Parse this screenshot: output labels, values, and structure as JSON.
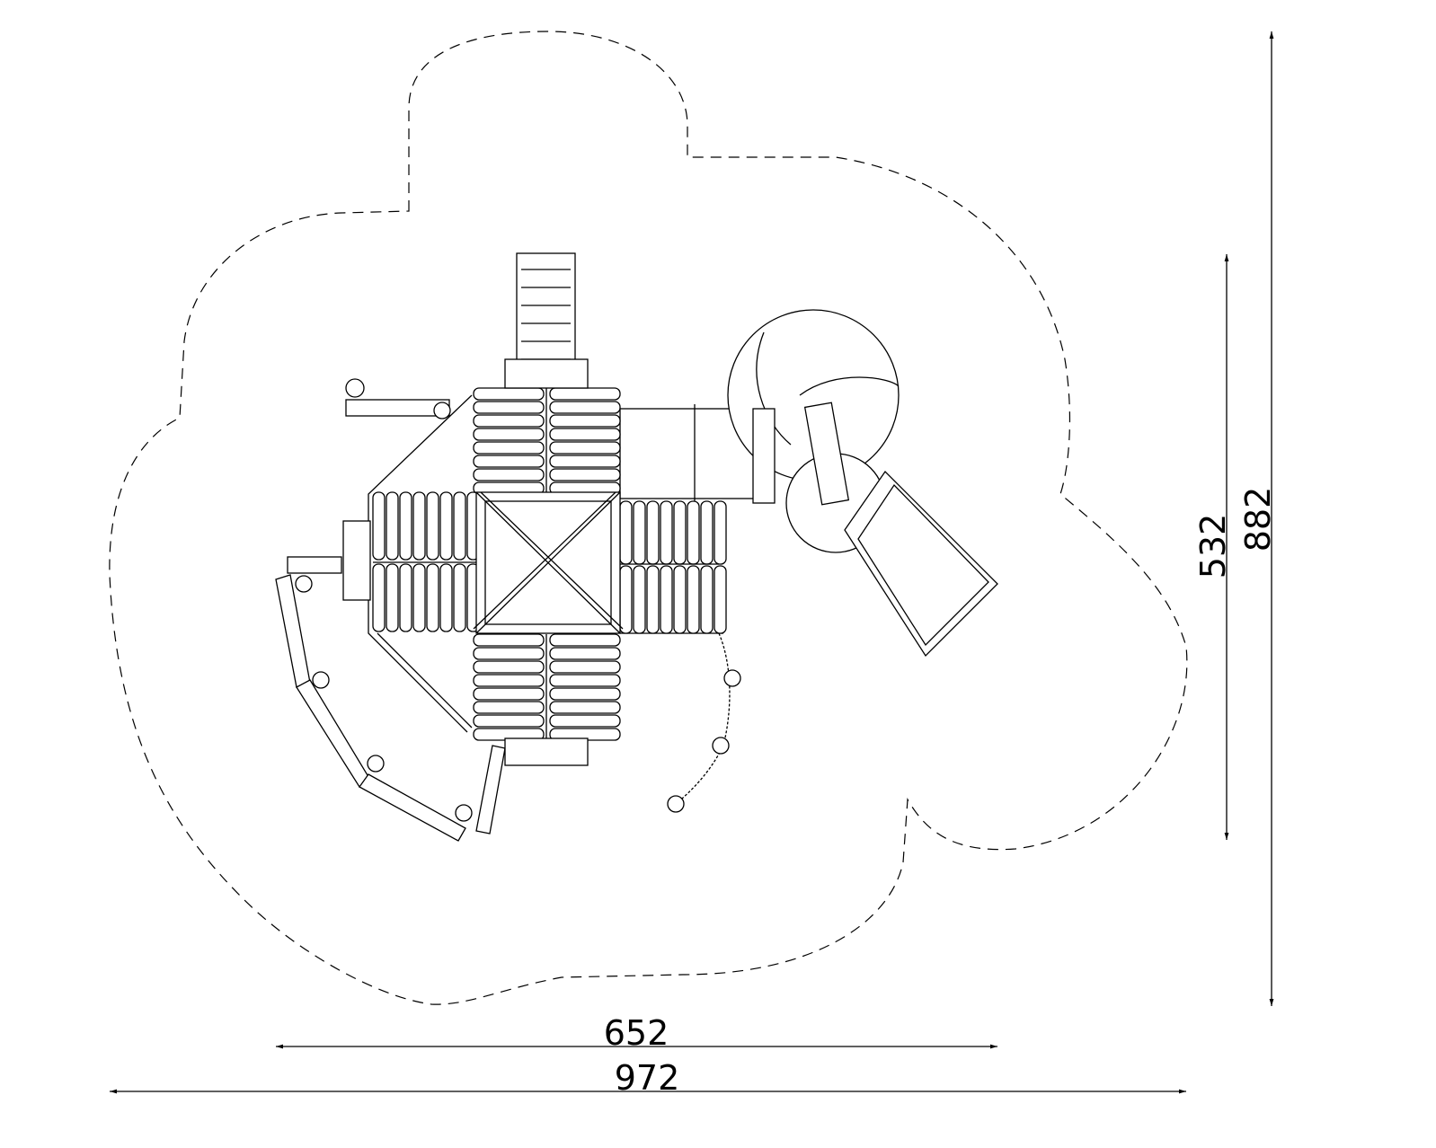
{
  "drawing": {
    "type": "playground equipment plan view with safety zone",
    "dimensions": {
      "width_inner": "652",
      "width_outer": "972",
      "height_inner": "532",
      "height_outer": "882"
    }
  }
}
